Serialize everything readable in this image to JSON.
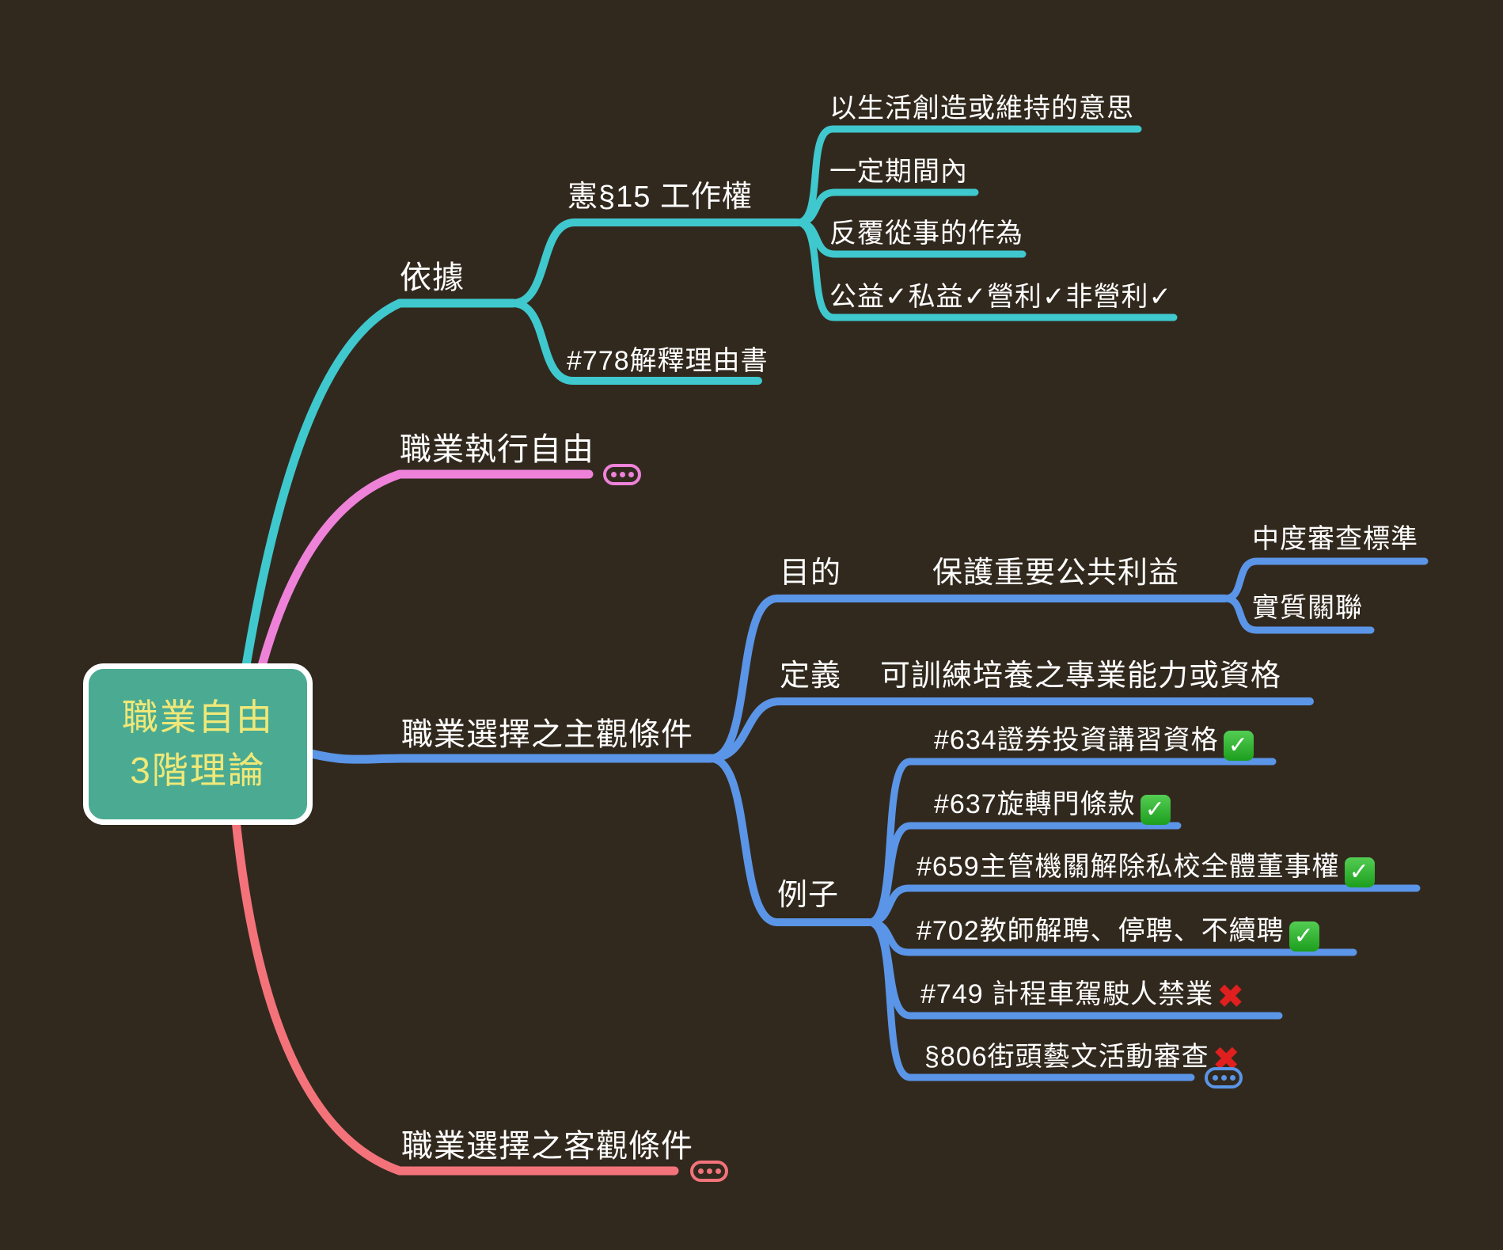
{
  "background_color": "#32291e",
  "glyphs": {
    "check": "✓",
    "cross": "✖"
  },
  "central_node": {
    "title_line1": "職業自由",
    "title_line2": "3階理論",
    "fill_color": "#4aab92",
    "text_color": "#f0e878"
  },
  "branches": {
    "basis": {
      "color": "#3fc8cd",
      "label": "依據",
      "work_right": {
        "label": "憲§15 工作權",
        "children": [
          {
            "label": "以生活創造或維持的意思"
          },
          {
            "label": "一定期間內"
          },
          {
            "label": "反覆從事的作為"
          },
          {
            "label": "公益✓私益✓營利✓非營利✓"
          }
        ]
      },
      "interpretation": {
        "label": "#778解釋理由書"
      }
    },
    "practice_freedom": {
      "color": "#ee82d9",
      "label": "職業執行自由",
      "collapsed": true
    },
    "subjective": {
      "color": "#5a95e8",
      "label": "職業選擇之主觀條件",
      "purpose": {
        "label": "目的",
        "value": "保護重要公共利益",
        "children": [
          {
            "label": "中度審查標準"
          },
          {
            "label": "實質關聯"
          }
        ]
      },
      "definition": {
        "label": "定義",
        "value": "可訓練培養之專業能力或資格"
      },
      "examples": {
        "label": "例子",
        "items": [
          {
            "label": "#634證券投資講習資格",
            "status": "pass"
          },
          {
            "label": "#637旋轉門條款",
            "status": "pass"
          },
          {
            "label": "#659主管機關解除私校全體董事權",
            "status": "pass"
          },
          {
            "label": "#702教師解聘、停聘、不續聘",
            "status": "pass"
          },
          {
            "label": "#749 計程車駕駛人禁業",
            "status": "fail"
          },
          {
            "label": "§806街頭藝文活動審查",
            "status": "fail",
            "collapsed": true
          }
        ]
      }
    },
    "objective": {
      "color": "#f4737b",
      "label": "職業選擇之客觀條件",
      "collapsed": true
    }
  }
}
